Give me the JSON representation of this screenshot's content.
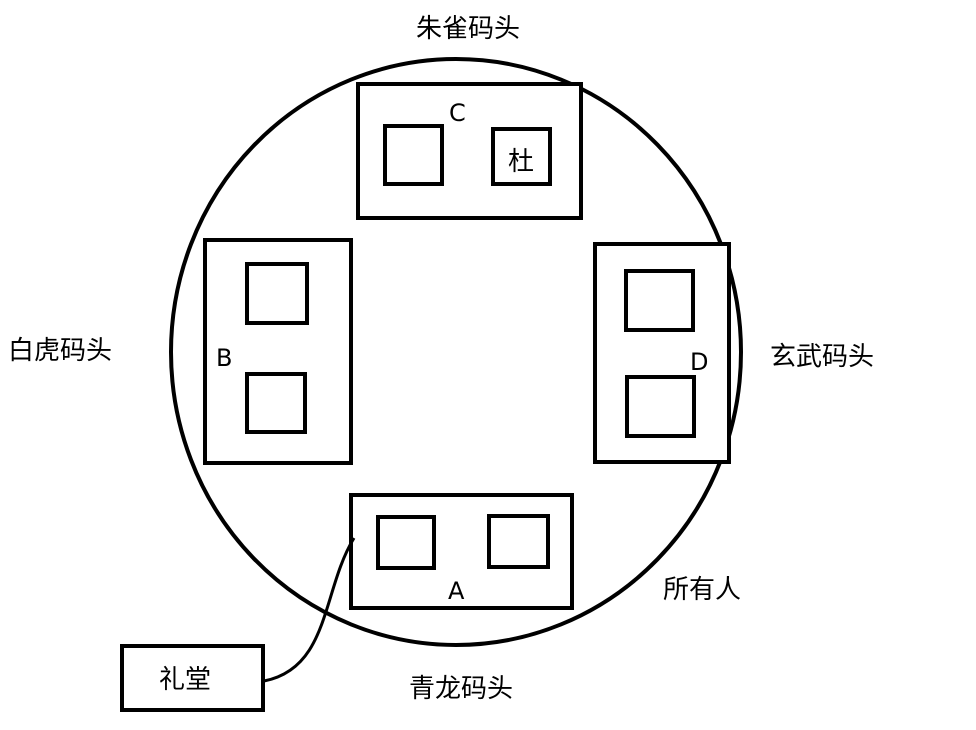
{
  "colors": {
    "stroke": "#000000",
    "background": "#ffffff"
  },
  "docks": {
    "north": "朱雀码头",
    "west": "白虎码头",
    "east": "玄武码头",
    "south": "青龙码头"
  },
  "buildings": {
    "c": {
      "letter": "C",
      "room_label": "杜"
    },
    "b": {
      "letter": "B"
    },
    "d": {
      "letter": "D"
    },
    "a": {
      "letter": "A"
    }
  },
  "everyone_label": "所有人",
  "hall_label": "礼堂"
}
